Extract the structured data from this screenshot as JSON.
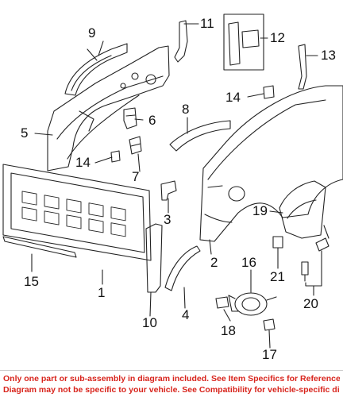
{
  "callouts": {
    "c1": "1",
    "c2": "2",
    "c3": "3",
    "c4": "4",
    "c5": "5",
    "c6": "6",
    "c7": "7",
    "c8": "8",
    "c9": "9",
    "c10": "10",
    "c11": "11",
    "c12": "12",
    "c13": "13",
    "c14a": "14",
    "c14b": "14",
    "c15": "15",
    "c16": "16",
    "c17": "17",
    "c18": "18",
    "c19": "19",
    "c20": "20",
    "c21": "21"
  },
  "footer": {
    "line1": "Only one part or sub-assembly in diagram included. See Item Specifics for Reference #.",
    "line2": "Diagram may not be specific to your vehicle. See Compatibility for vehicle-specific diagrams."
  },
  "colors": {
    "line": "#222222",
    "footer_text": "#d8241c"
  }
}
